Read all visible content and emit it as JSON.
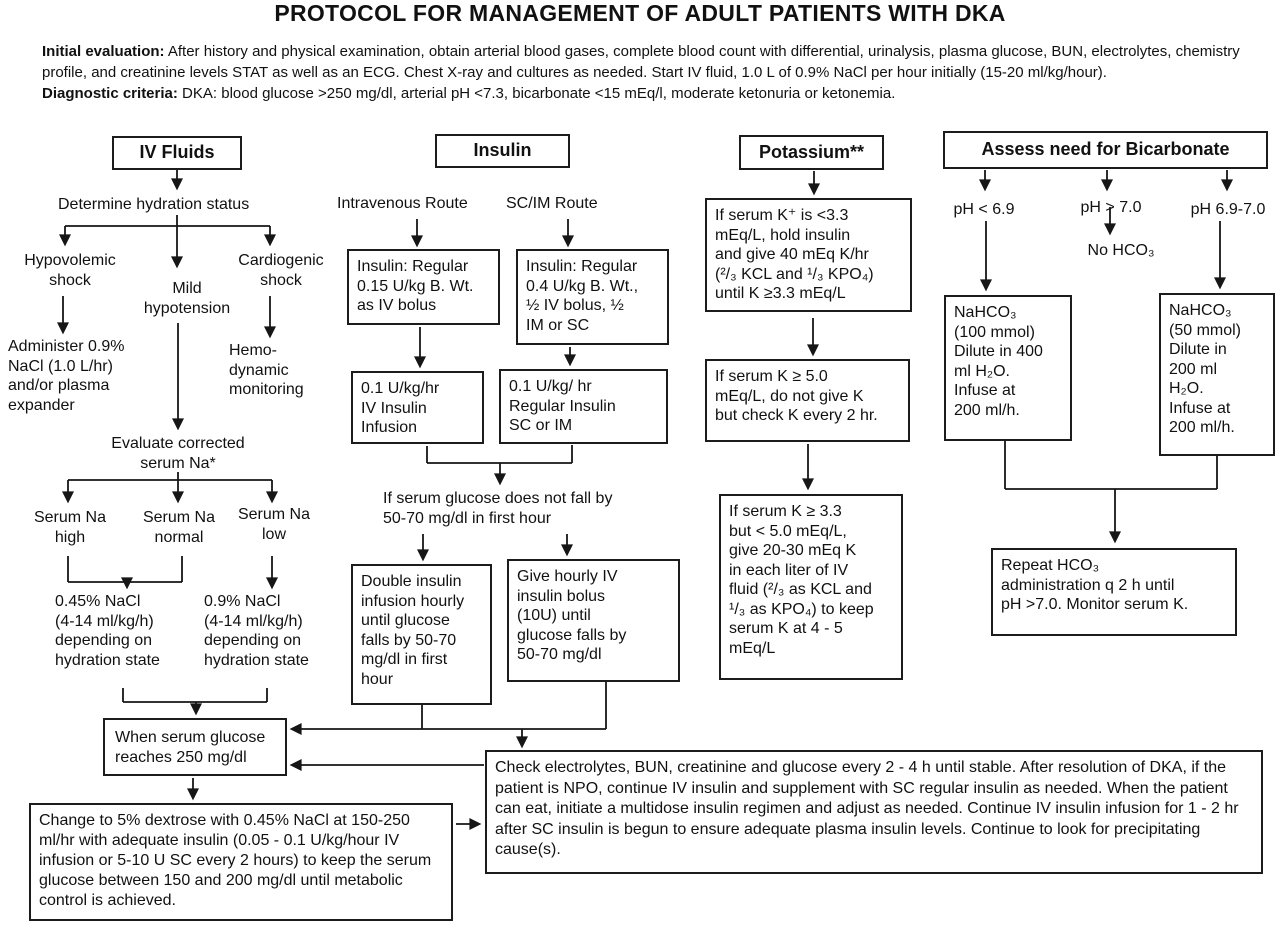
{
  "title": "PROTOCOL FOR MANAGEMENT OF ADULT PATIENTS WITH DKA",
  "colors": {
    "ink": "#111111",
    "paper": "#ffffff"
  },
  "intro": {
    "initial_label": "Initial evaluation:",
    "initial_text": "After history and physical examination, obtain arterial blood gases, complete blood count with differential, urinalysis, plasma glucose, BUN, electrolytes, chemistry profile, and creatinine levels STAT as well as an ECG.  Chest X-ray and cultures as needed.  Start IV fluid, 1.0 L of 0.9% NaCl per hour initially (15-20 ml/kg/hour).",
    "diagnostic_label": "Diagnostic criteria:",
    "diagnostic_text": "DKA: blood glucose >250 mg/dl, arterial pH <7.3, bicarbonate <15 mEq/l, moderate ketonuria or ketonemia."
  },
  "iv": {
    "header": "IV Fluids",
    "determine": "Determine hydration status",
    "hypovolemic": "Hypovolemic\nshock",
    "mild": "Mild\nhypotension",
    "cardiogenic": "Cardiogenic\nshock",
    "administer": "Administer 0.9%\nNaCl (1.0 L/hr)\nand/or plasma\nexpander",
    "hemodynamic": "Hemo-\ndynamic\nmonitoring",
    "evaluate": "Evaluate corrected\nserum Na*",
    "na_high": "Serum Na\nhigh",
    "na_normal": "Serum Na\nnormal",
    "na_low": "Serum Na\nlow",
    "nacl_045": "0.45% NaCl\n(4-14 ml/kg/h)\ndepending on\nhydration state",
    "nacl_09": "0.9% NaCl\n(4-14 ml/kg/h)\ndepending on\nhydration state",
    "when_glucose": "When serum glucose\nreaches 250 mg/dl",
    "change_dextrose": "Change to 5% dextrose with 0.45% NaCl at 150-250 ml/hr with adequate insulin (0.05 - 0.1 U/kg/hour IV infusion or 5-10 U SC every 2 hours) to keep the serum glucose between 150 and 200 mg/dl until metabolic control is achieved."
  },
  "insulin": {
    "header": "Insulin",
    "iv_route": "Intravenous Route",
    "scim_route": "SC/IM Route",
    "iv_bolus": "Insulin: Regular\n0.15 U/kg B. Wt.\nas IV bolus",
    "scim_bolus": "Insulin: Regular\n0.4 U/kg B. Wt.,\n½ IV bolus, ½\nIM or SC",
    "iv_infusion": "0.1 U/kg/hr\nIV Insulin\nInfusion",
    "scim_infusion": "0.1 U/kg/ hr\nRegular Insulin\nSC or IM",
    "if_no_fall": "If serum glucose does not fall by\n50-70 mg/dl in first hour",
    "double_infusion": "Double insulin\ninfusion hourly\nuntil glucose\nfalls by 50-70\nmg/dl in first\nhour",
    "hourly_bolus": "Give hourly IV\ninsulin bolus\n(10U) until\nglucose falls by\n50-70 mg/dl"
  },
  "potassium": {
    "header": "Potassium**",
    "k_low": "If serum K⁺ is <3.3\nmEq/L, hold insulin\nand give 40 mEq K/hr\n(²/₃ KCL and ¹/₃ KPO₄)\nuntil K ≥3.3 mEq/L",
    "k_high": "If serum K ≥ 5.0\nmEq/L, do not give K\nbut check K every 2 hr.",
    "k_mid": "If serum K  ≥ 3.3\nbut < 5.0 mEq/L,\ngive 20-30 mEq K\nin each liter of IV\nfluid (²/₃ as KCL and\n¹/₃ as KPO₄) to keep\nserum K at 4 - 5\nmEq/L"
  },
  "bicarb": {
    "header": "Assess need for Bicarbonate",
    "ph_low": "pH < 6.9",
    "ph_high": "pH > 7.0",
    "ph_mid": "pH 6.9-7.0",
    "no_hco3": "No HCO₃",
    "nahco3_100": "NaHCO₃\n(100 mmol)\nDilute in 400\nml H₂O.\nInfuse at\n200 ml/h.",
    "nahco3_50": "NaHCO₃\n(50 mmol)\nDilute in\n200 ml\nH₂O.\nInfuse at\n200 ml/h.",
    "repeat_hco3": "Repeat HCO₃\nadministration q 2 h until\npH >7.0. Monitor serum K."
  },
  "footer": {
    "check_electrolytes": "Check electrolytes, BUN, creatinine and glucose every 2 - 4 h until stable. After resolution of DKA, if the patient is NPO, continue IV insulin and supplement with SC regular insulin as needed. When the patient can eat, initiate a multidose insulin regimen and adjust as needed.  Continue IV insulin infusion for 1 - 2 hr after SC insulin is begun to ensure adequate plasma insulin levels. Continue to look for precipitating cause(s)."
  }
}
